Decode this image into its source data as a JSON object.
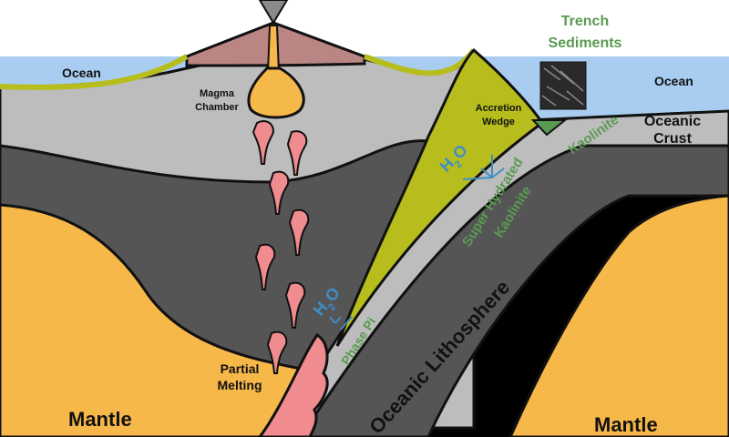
{
  "labels": {
    "trench_sediments_1": "Trench",
    "trench_sediments_2": "Sediments",
    "ocean_left": "Ocean",
    "ocean_right": "Ocean",
    "magma_chamber_1": "Magma",
    "magma_chamber_2": "Chamber",
    "accretion_wedge_1": "Accretion",
    "accretion_wedge_2": "Wedge",
    "oceanic_crust_1": "Oceanic",
    "oceanic_crust_2": "Crust",
    "kaolinite_top": "Kaolinite",
    "super_hydrated": "Super Hydrated",
    "kaolinite_bottom": "Kaolinite",
    "phase_pi": "Phase Pi",
    "oceanic_lithosphere": "Oceanic Lithosphere",
    "partial_melting_1": "Partial",
    "partial_melting_2": "Melting",
    "mantle_left": "Mantle",
    "mantle_right": "Mantle",
    "h2o_wedge": "H",
    "h2o_wedge_sub": "2",
    "h2o_wedge_o": "O",
    "h2o_melt": "H",
    "h2o_melt_sub": "2",
    "h2o_melt_o": "O"
  },
  "colors": {
    "sky": "#ffffff",
    "ocean": "#a9cdf0",
    "crust_gray": "#bdbdbd",
    "dark_gray": "#555555",
    "mantle": "#f7b84a",
    "wedge": "#b7bd1c",
    "volcano": "#b98683",
    "magma": "#f5b84a",
    "melt": "#f08c8f",
    "kaolinite_green": "#5a9a52",
    "water_blue": "#3d8ec8"
  },
  "legend_image": "sediment-micrograph"
}
